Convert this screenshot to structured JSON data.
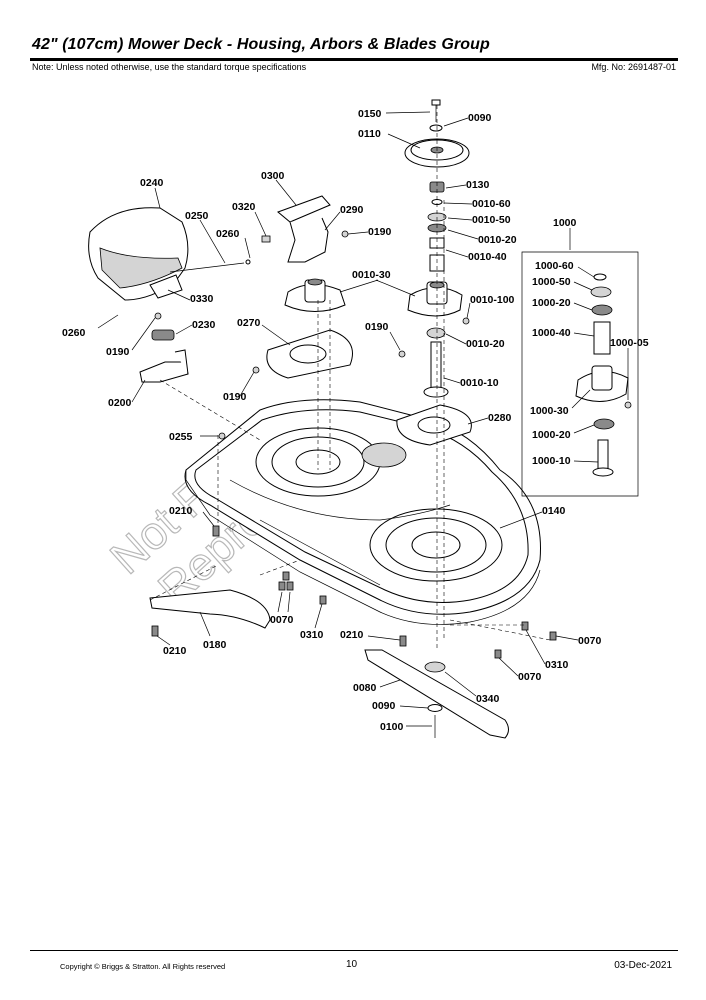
{
  "header": {
    "title": "42\" (107cm) Mower Deck - Housing, Arbors & Blades Group",
    "note": "Note: Unless noted otherwise, use the standard torque specifications",
    "mfg_no": "Mfg. No: 2691487-01"
  },
  "watermark": {
    "line1": "Not For",
    "line2": "Reproduction"
  },
  "callouts": {
    "c0150": "0150",
    "c0090a": "0090",
    "c0110": "0110",
    "c0130": "0130",
    "c0010_60": "0010-60",
    "c0010_50": "0010-50",
    "c0010_20a": "0010-20",
    "c0010_40": "0010-40",
    "c1000": "1000",
    "c0240": "0240",
    "c0300": "0300",
    "c0320": "0320",
    "c0290": "0290",
    "c0250": "0250",
    "c0260a": "0260",
    "c0190a": "0190",
    "c0010_30": "0010-30",
    "c0010_100": "0010-100",
    "c0010_20b": "0010-20",
    "c0330": "0330",
    "c0230": "0230",
    "c0260b": "0260",
    "c0190b": "0190",
    "c0270": "0270",
    "c0190c": "0190",
    "c0010_10": "0010-10",
    "c0190d": "0190",
    "c0200": "0200",
    "c0280": "0280",
    "c0255": "0255",
    "c0210a": "0210",
    "c0140": "0140",
    "c0070a": "0070",
    "c0310a": "0310",
    "c0210b": "0210",
    "c0180": "0180",
    "c0210c": "0210",
    "c0070b": "0070",
    "c0310b": "0310",
    "c0070c": "0070",
    "c0080": "0080",
    "c0340": "0340",
    "c0090b": "0090",
    "c0100": "0100",
    "c1000_60": "1000-60",
    "c1000_50": "1000-50",
    "c1000_20a": "1000-20",
    "c1000_40": "1000-40",
    "c1000_05": "1000-05",
    "c1000_30": "1000-30",
    "c1000_20b": "1000-20",
    "c1000_10": "1000-10"
  },
  "footer": {
    "copyright": "Copyright © Briggs & Stratton. All Rights reserved",
    "page": "10",
    "date": "03-Dec-2021"
  }
}
